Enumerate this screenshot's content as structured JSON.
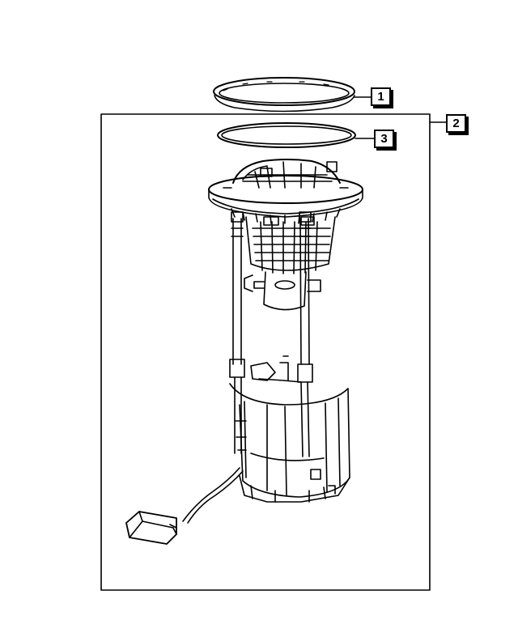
{
  "diagram": {
    "callouts": [
      {
        "id": "1",
        "label": "1",
        "part": "lock-ring"
      },
      {
        "id": "2",
        "label": "2",
        "part": "fuel-pump-module"
      },
      {
        "id": "3",
        "label": "3",
        "part": "seal-o-ring"
      }
    ],
    "line_color": "#000000",
    "background": "#ffffff"
  }
}
